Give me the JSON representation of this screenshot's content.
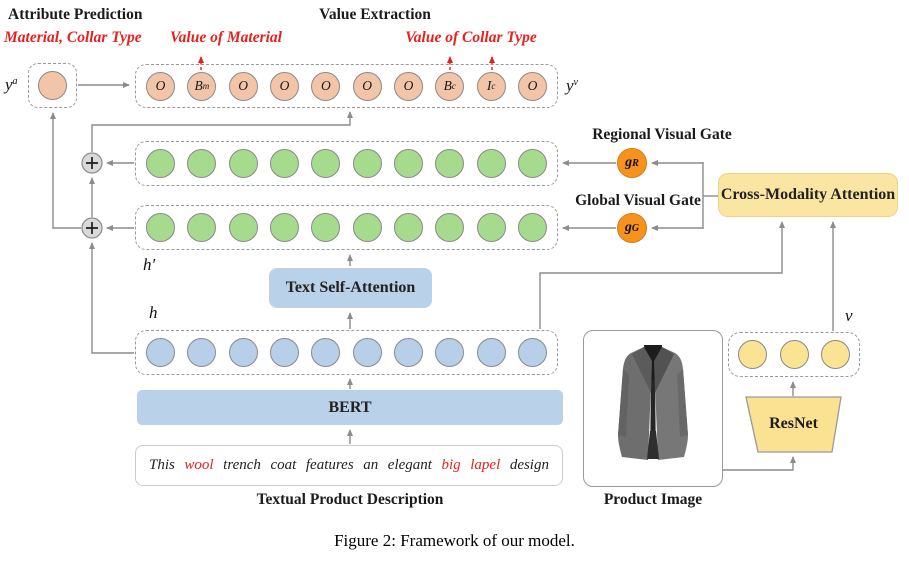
{
  "headers": {
    "attribute_prediction": "Attribute Prediction",
    "value_extraction": "Value Extraction"
  },
  "red_labels": {
    "attributes": "Material, Collar Type",
    "value_of_material": "Value of Material",
    "value_of_collar_type": "Value of Collar Type"
  },
  "math": {
    "ya_base": "y",
    "ya_sup": "a",
    "yv_base": "y",
    "yv_sup": "v",
    "h_prime": "h′",
    "h": "h",
    "v": "v"
  },
  "gates": {
    "regional_label": "Regional Visual Gate",
    "global_label": "Global Visual Gate",
    "regional_symbol_base": "g",
    "regional_symbol_sup": "R",
    "global_symbol_base": "g",
    "global_symbol_sup": "G"
  },
  "blocks": {
    "cross_modality_attention": "Cross-Modality Attention",
    "text_self_attention": "Text Self-Attention",
    "bert": "BERT",
    "resnet": "ResNet"
  },
  "tokens": [
    {
      "base": "O",
      "sub": ""
    },
    {
      "base": "B",
      "sub": "m"
    },
    {
      "base": "O",
      "sub": ""
    },
    {
      "base": "O",
      "sub": ""
    },
    {
      "base": "O",
      "sub": ""
    },
    {
      "base": "O",
      "sub": ""
    },
    {
      "base": "O",
      "sub": ""
    },
    {
      "base": "B",
      "sub": "c"
    },
    {
      "base": "I",
      "sub": "c"
    },
    {
      "base": "O",
      "sub": ""
    }
  ],
  "sentence": {
    "words": [
      {
        "text": "This",
        "cls": "word"
      },
      {
        "text": "wool",
        "cls": "word red"
      },
      {
        "text": "trench",
        "cls": "word"
      },
      {
        "text": "coat",
        "cls": "word"
      },
      {
        "text": "features",
        "cls": "word"
      },
      {
        "text": "an",
        "cls": "word"
      },
      {
        "text": "elegant",
        "cls": "word"
      },
      {
        "text": "big",
        "cls": "word red"
      },
      {
        "text": "lapel",
        "cls": "word red"
      },
      {
        "text": "design",
        "cls": "word"
      }
    ]
  },
  "captions": {
    "textual_product_description": "Textual Product Description",
    "product_image": "Product Image",
    "figure_caption": "Figure 2: Framework of our model."
  },
  "colors": {
    "token_peach": "#F2C5A9",
    "hidden_green": "#A6DB8D",
    "text_blue": "#B7CFE9",
    "visual_yellow": "#FBE394",
    "gate_orange": "#F6921E",
    "attention_yellow": "#FAE6A2",
    "block_blue": "#B9D1E9",
    "highlight_red": "#E8211D",
    "line_gray": "#8C8C8C"
  }
}
